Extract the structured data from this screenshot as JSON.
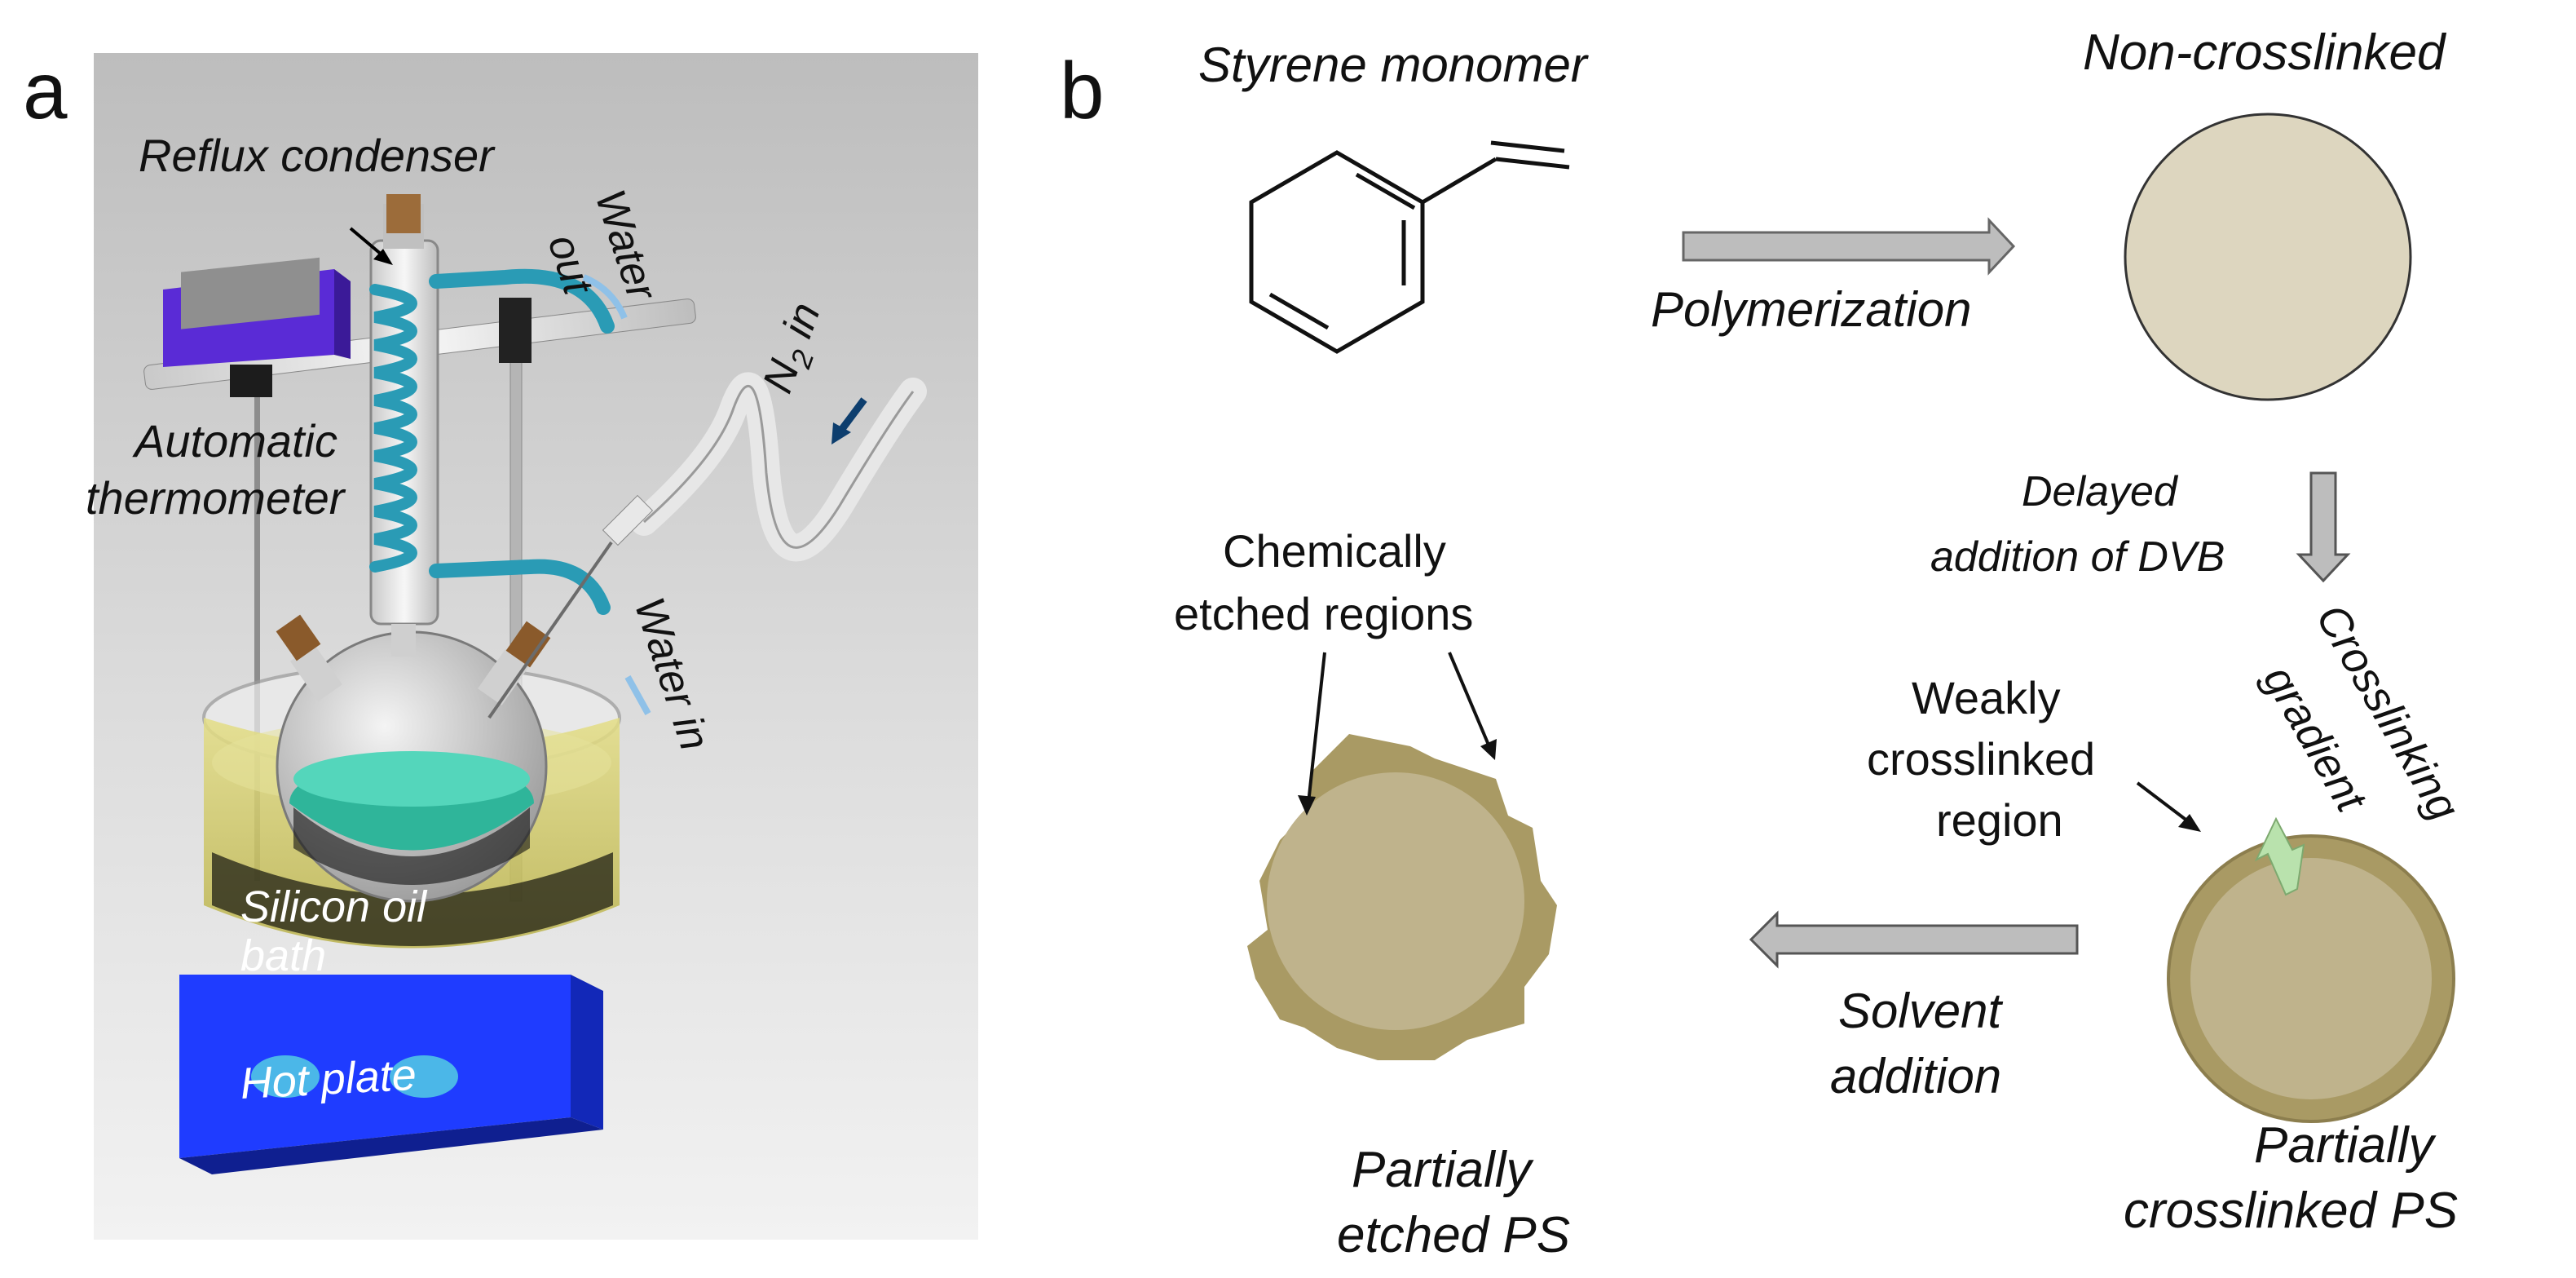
{
  "panel_a": {
    "letter": "a",
    "labels": {
      "reflux_condenser": "Reflux condenser",
      "water_out_1": "Water",
      "water_out_2": "out",
      "n2_in_n": "N",
      "n2_in_sub": "2",
      "n2_in_rest": " in",
      "automatic": "Automatic",
      "thermometer": "thermometer",
      "water_in": "Water in",
      "silicon_oil": "Silicon oil",
      "bath": "bath",
      "hot_plate": "Hot plate"
    }
  },
  "panel_b": {
    "letter": "b",
    "styrene_monomer": "Styrene monomer",
    "non_crosslinked": "Non-crosslinked",
    "polymerization": "Polymerization",
    "delayed_1": "Delayed",
    "delayed_2": "addition of DVB",
    "crosslinking": "Crosslinking",
    "gradient": "gradient",
    "weakly_1": "Weakly",
    "weakly_2": "crosslinked",
    "weakly_3": "region",
    "chem_1": "Chemically",
    "chem_2": "etched regions",
    "solvent_1": "Solvent",
    "solvent_2": "addition",
    "partially_etched_1": "Partially",
    "partially_etched_2": "etched PS",
    "partially_cross_1": "Partially",
    "partially_cross_2": "crosslinked PS"
  },
  "colors": {
    "bead_core": "#bfb38c",
    "bead_shell": "#a99a64",
    "bead_plain": "#ddd6bf",
    "arrow_fill": "#bdbdbd",
    "hot_plate": "#1f3cff",
    "tubing": "#2a9bb5",
    "oil": "#d9d36a",
    "liquid": "#2fb59a",
    "gradient_arrow": "#b9e2ad",
    "water_arrow": "#8fc1e8",
    "n2_arrow": "#0d3e6e"
  }
}
